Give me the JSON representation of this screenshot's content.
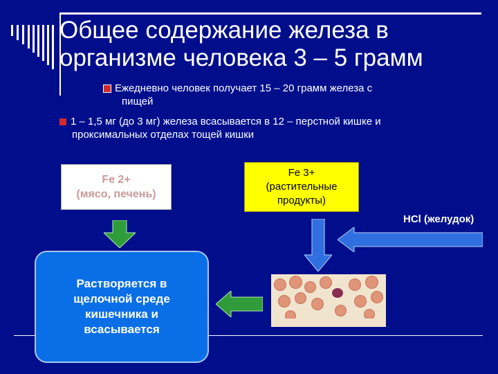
{
  "title": "Общее содержание железа в организме человека 3 – 5 грамм",
  "bullets": [
    {
      "line1": "Ежедневно человек получает 15 – 20 грамм железа с",
      "line2": "пищей"
    },
    {
      "line1": "1 – 1,5 мг (до 3 мг) железа всасывается в 12 – перстной кишке и",
      "line2": "проксимальных отделах тощей кишки"
    }
  ],
  "fe2_box": {
    "line1": "Fe 2+",
    "line2": "(мясо, печень)"
  },
  "fe3_box": {
    "line1": "Fe 3+",
    "line2": "(растительные",
    "line3": "продукты)"
  },
  "hcl_label": "HCl (желудок)",
  "absorb_box": "Растворяется в щелочной среде кишечника и всасывается",
  "colors": {
    "background": "#000e8c",
    "fe2_box_text": "#c99a9a",
    "fe3_box_bg": "#ffff00",
    "green_arrow": "#2f9b3a",
    "blue_arrow": "#2f6fe0",
    "absorb_box_bg": "#0a6fe6",
    "bullet_mark": "#d02a2a"
  },
  "icons": [
    "bullet-square-icon",
    "arrow-down-icon",
    "arrow-left-icon"
  ]
}
